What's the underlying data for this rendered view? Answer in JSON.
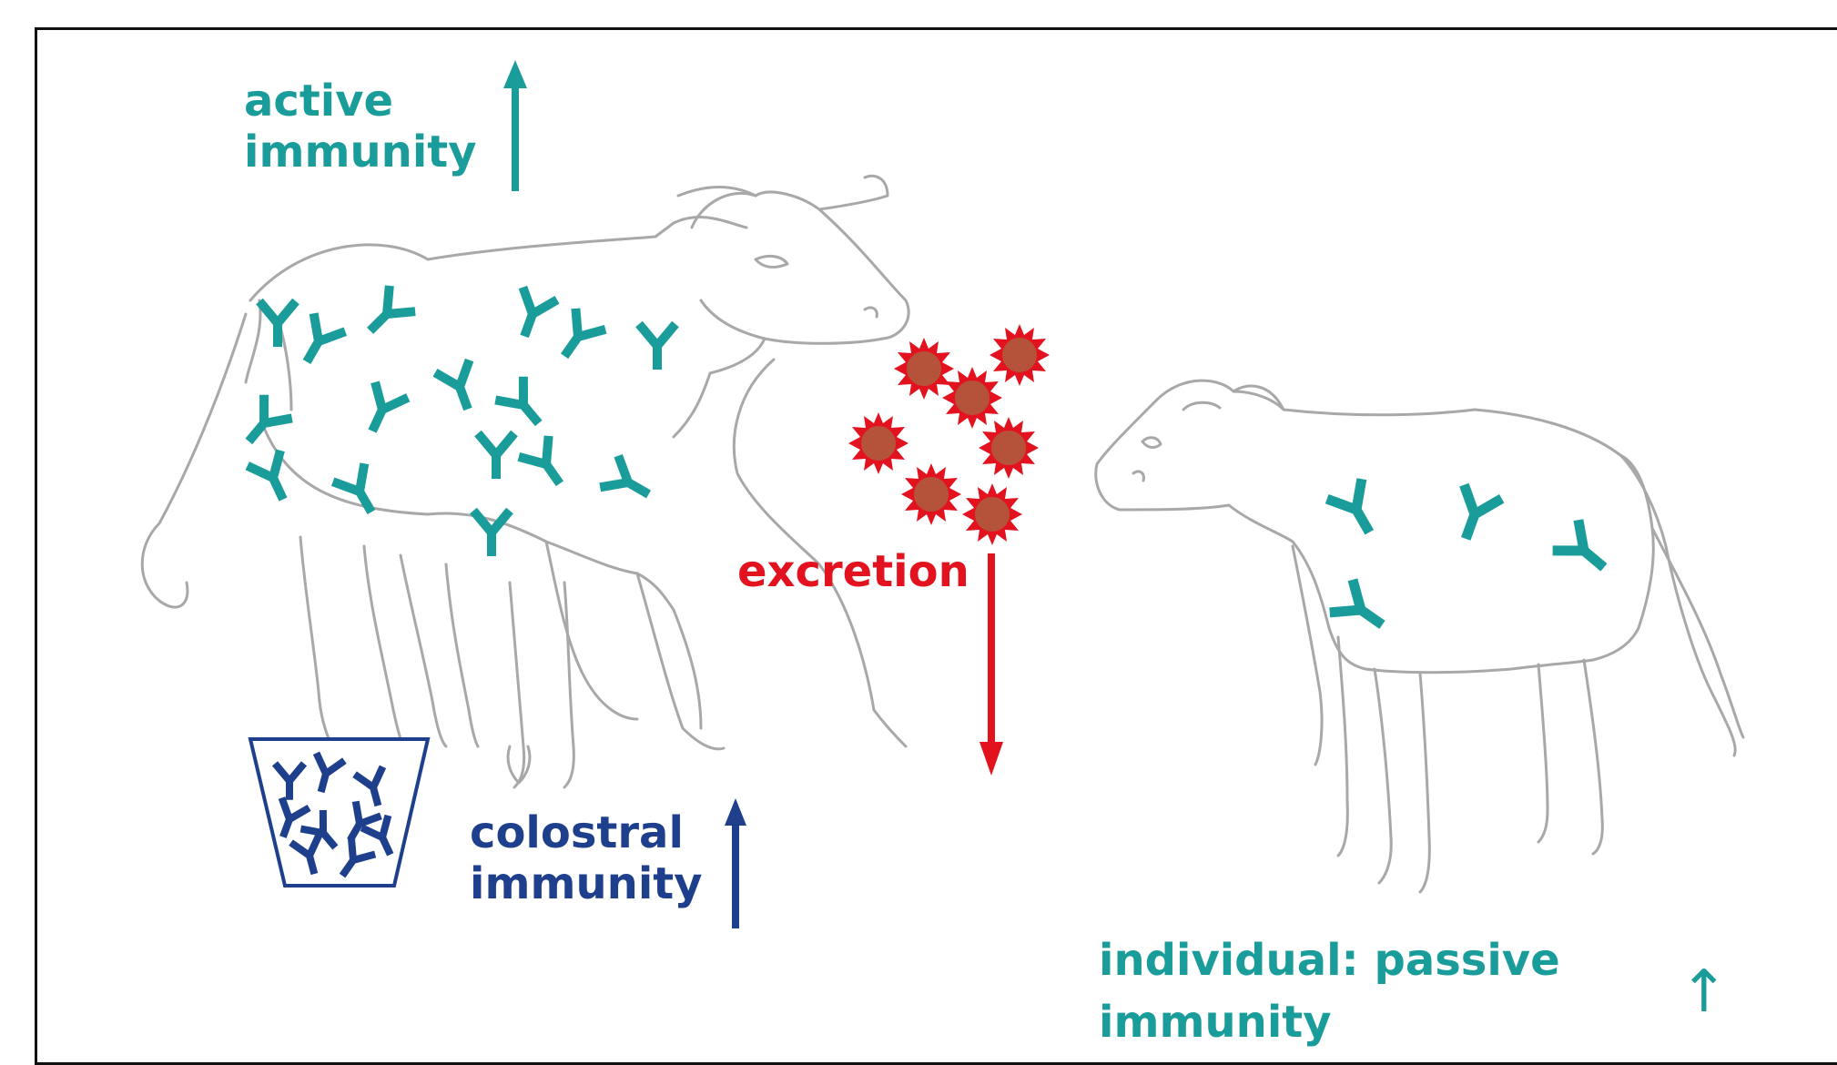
{
  "labels": {
    "active_line1": "active",
    "active_line2": "immunity",
    "excretion": "excretion",
    "colostral_line1": "colostral",
    "colostral_line2": "immunity",
    "passive_line1": "individual: passive",
    "passive_line2": "immunity"
  },
  "glyphs": {
    "up_arrow": "↑"
  },
  "colors": {
    "teal": "#1a9d9a",
    "red": "#e3121f",
    "navy": "#1e3f8c",
    "pathogen": "#b5533a",
    "outline": "#a8a8a8"
  }
}
